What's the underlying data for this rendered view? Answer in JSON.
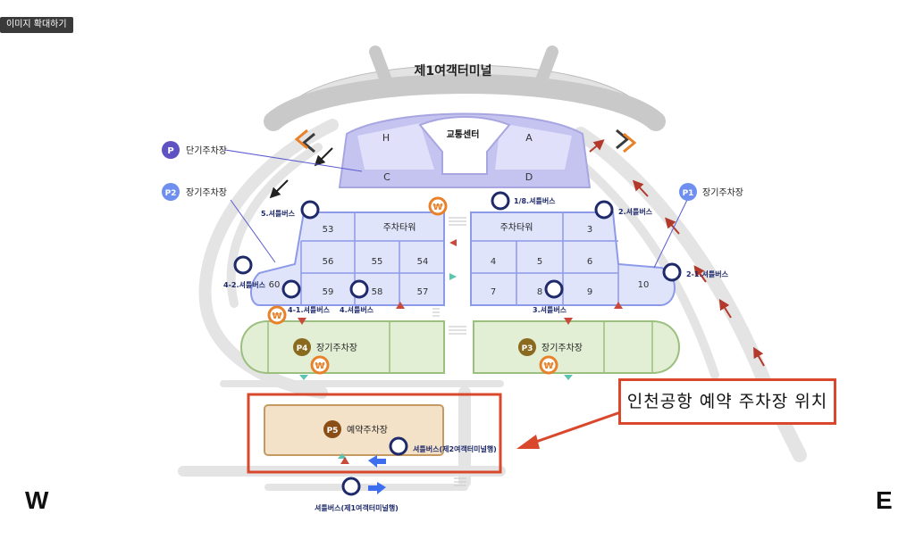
{
  "toolbar": {
    "zoom_label": "이미지 확대하기"
  },
  "compass": {
    "west": "W",
    "east": "E"
  },
  "terminal": {
    "name": "제1여객터미널",
    "transport_center": "교통센터",
    "zones": [
      "H",
      "A",
      "C",
      "D"
    ]
  },
  "legend": {
    "short_term": {
      "badge": "P",
      "label": "단기주차장"
    },
    "p2": {
      "badge": "P2",
      "label": "장기주차장"
    },
    "p1": {
      "badge": "P1",
      "label": "장기주차장"
    }
  },
  "lots": {
    "west_tower": "주차타워",
    "east_tower": "주차타워",
    "west_numbers": [
      "53",
      "56",
      "55",
      "54",
      "60",
      "59",
      "58",
      "57"
    ],
    "east_numbers": [
      "3",
      "4",
      "5",
      "6",
      "7",
      "8",
      "9",
      "10"
    ],
    "p4": {
      "badge": "P4",
      "label": "장기주차장"
    },
    "p3": {
      "badge": "P3",
      "label": "장기주차장"
    },
    "p5": {
      "badge": "P5",
      "label": "예약주차장"
    }
  },
  "shuttle_stops": {
    "s5": "5.셔틀버스",
    "s18": "1/8.셔틀버스",
    "s2": "2.셔틀버스",
    "s42": "4-2.셔틀버스",
    "s21": "2-1.셔틀버스",
    "s41": "4-1.셔틀버스",
    "s4": "4.셔틀버스",
    "s3": "3.셔틀버스",
    "to_t2": "셔틀버스(제2여객터미널행)",
    "to_t1": "셔틀버스(제1여객터미널행)"
  },
  "callout": {
    "text": "인천공항 예약 주차장 위치"
  },
  "colors": {
    "lot_blue": "#dfe4fb",
    "lot_blue_border": "#8d9ae8",
    "lot_green": "#e3efd5",
    "lot_green_border": "#9bbf7e",
    "lot_tan": "#f4e2c8",
    "lot_tan_border": "#c49a62",
    "terminal_purple": "#c5c3f0",
    "road": "#e6e6e6",
    "accent_orange": "#e8822a",
    "callout_red": "#d9482c",
    "pin_navy": "#1f2a6b"
  }
}
